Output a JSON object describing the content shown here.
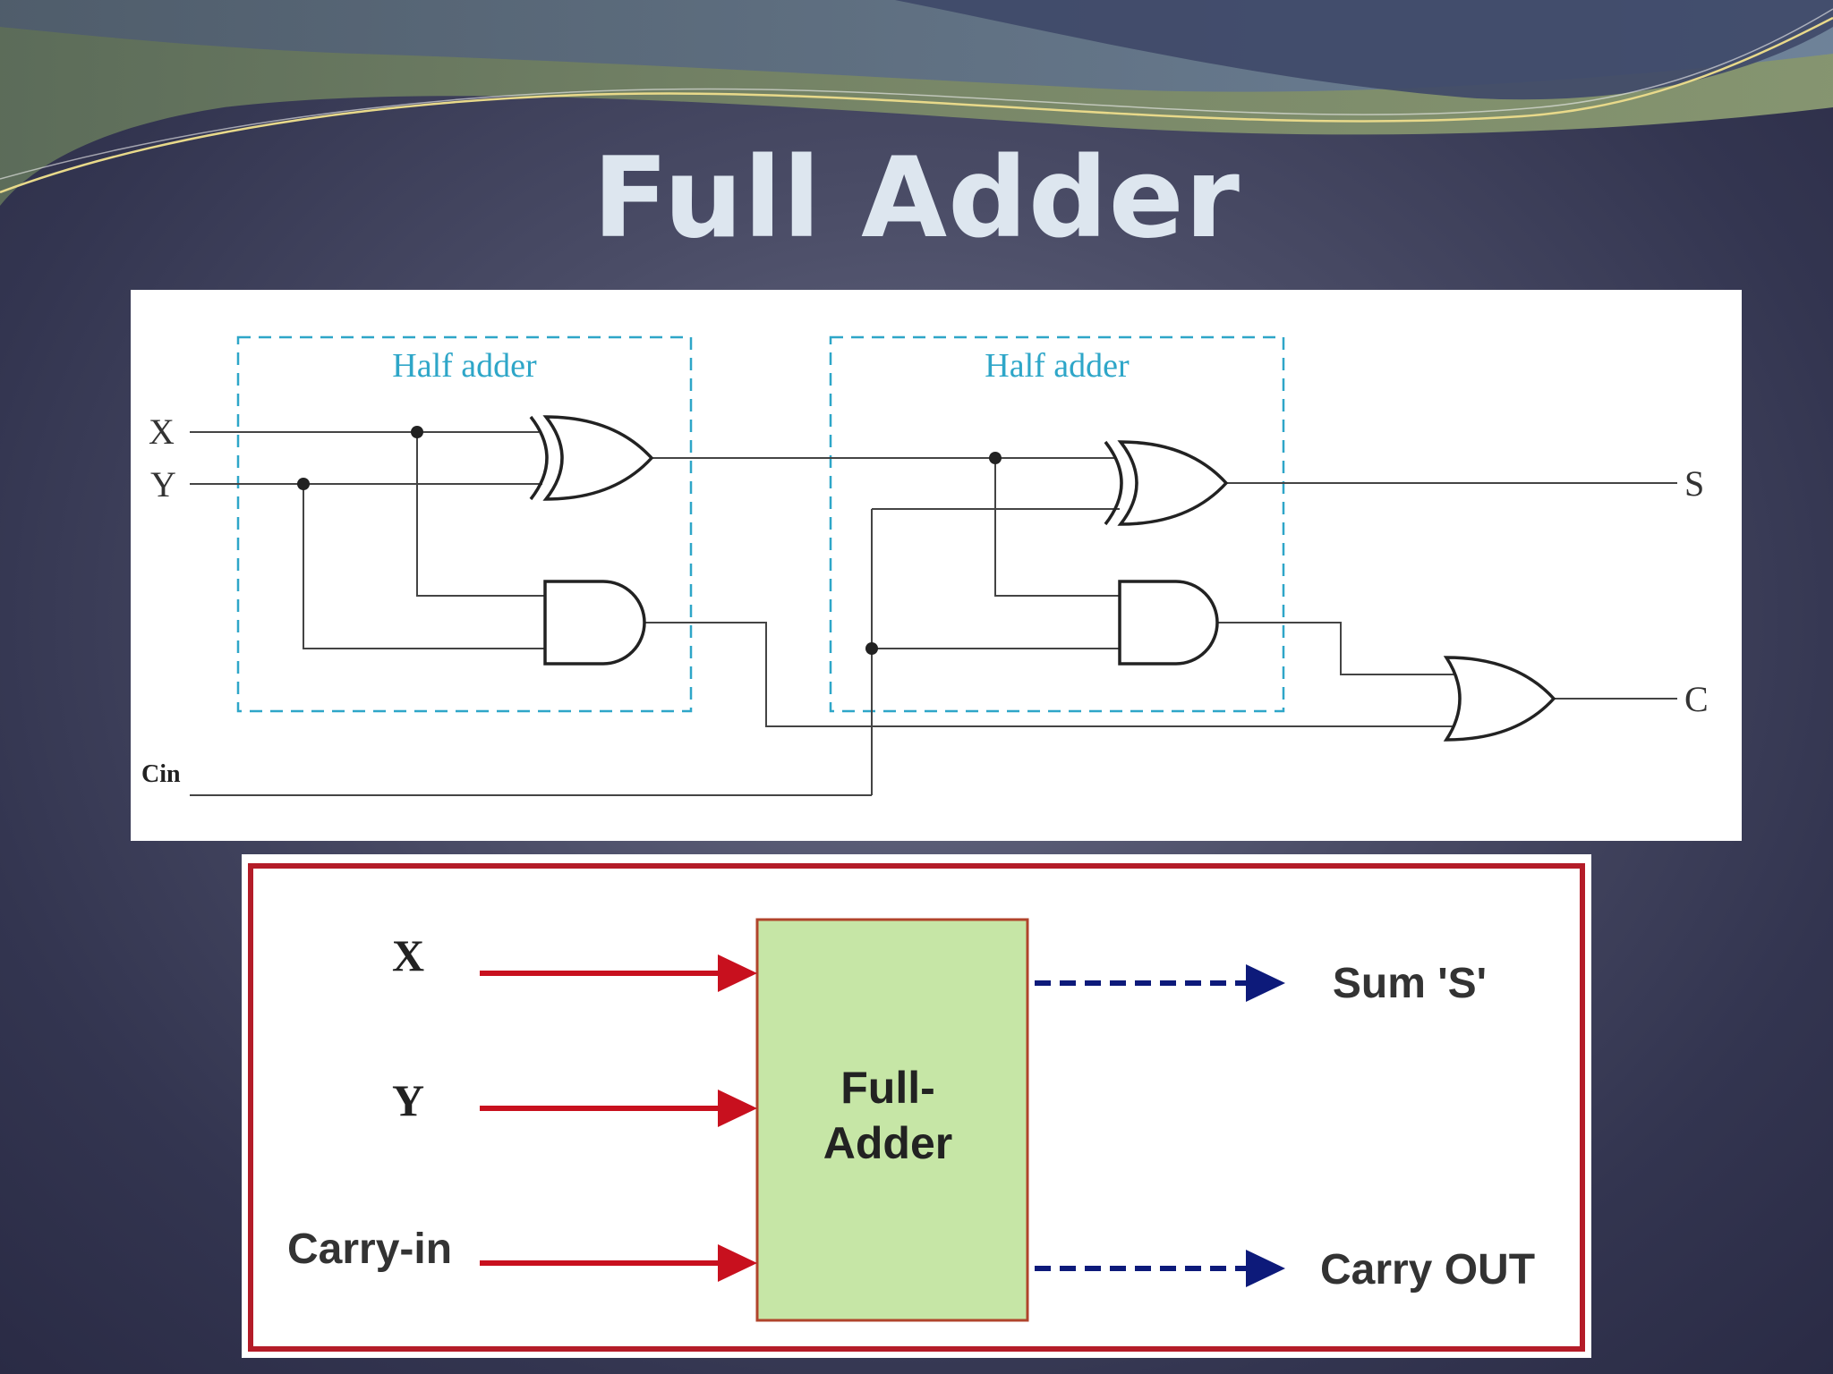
{
  "title": "Full Adder",
  "circuit": {
    "half_adder_label_1": "Half adder",
    "half_adder_label_2": "Half adder",
    "input_x": "X",
    "input_y": "Y",
    "input_cin": "Cin",
    "output_s": "S",
    "output_c": "C"
  },
  "block": {
    "input_x": "X",
    "input_y": "Y",
    "input_carry": "Carry-in",
    "box_line1": "Full-",
    "box_line2": "Adder",
    "output_sum": "Sum 'S'",
    "output_carry": "Carry OUT"
  },
  "colors": {
    "box_stroke": "#2ea6c8",
    "input_arrow": "#c8101e",
    "output_arrow": "#0d1a7a",
    "adder_fill": "#c6e6a6",
    "frame": "#b41c28"
  }
}
